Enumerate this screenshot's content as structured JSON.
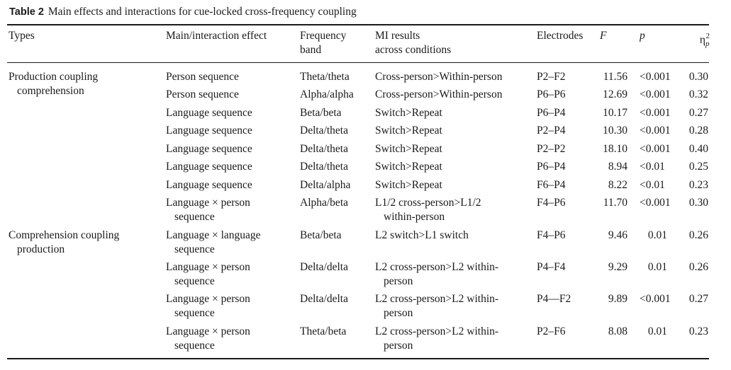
{
  "caption": {
    "label": "Table 2",
    "text": "Main effects and interactions for cue-locked cross-frequency coupling"
  },
  "header": {
    "types": "Types",
    "effect": "Main/interaction effect",
    "band_1": "Frequency",
    "band_2": "band",
    "mi_1": "MI results",
    "mi_2": "across conditions",
    "electrodes": "Electrodes",
    "f": "F",
    "p": "p",
    "eta": "η",
    "eta_sub": "p",
    "eta_sup": "2"
  },
  "rows": [
    {
      "type_1": "Production coupling",
      "type_2": "comprehension",
      "effect_1": "Person sequence",
      "effect_2": "",
      "band": "Theta/theta",
      "mi_1": "Cross-person>Within-person",
      "mi_2": "",
      "el": "P2–F2",
      "f": "11.56",
      "p": "<0.001",
      "eta": "0.30"
    },
    {
      "type_1": "",
      "type_2": "",
      "effect_1": "Person sequence",
      "effect_2": "",
      "band": "Alpha/alpha",
      "mi_1": "Cross-person>Within-person",
      "mi_2": "",
      "el": "P6–P6",
      "f": "12.69",
      "p": "<0.001",
      "eta": "0.32"
    },
    {
      "type_1": "",
      "type_2": "",
      "effect_1": "Language sequence",
      "effect_2": "",
      "band": "Beta/beta",
      "mi_1": "Switch>Repeat",
      "mi_2": "",
      "el": "P6–P4",
      "f": "10.17",
      "p": "<0.001",
      "eta": "0.27"
    },
    {
      "type_1": "",
      "type_2": "",
      "effect_1": "Language sequence",
      "effect_2": "",
      "band": "Delta/theta",
      "mi_1": "Switch>Repeat",
      "mi_2": "",
      "el": "P2–P4",
      "f": "10.30",
      "p": "<0.001",
      "eta": "0.28"
    },
    {
      "type_1": "",
      "type_2": "",
      "effect_1": "Language sequence",
      "effect_2": "",
      "band": "Delta/theta",
      "mi_1": "Switch>Repeat",
      "mi_2": "",
      "el": "P2–P2",
      "f": "18.10",
      "p": "<0.001",
      "eta": "0.40"
    },
    {
      "type_1": "",
      "type_2": "",
      "effect_1": "Language sequence",
      "effect_2": "",
      "band": "Delta/theta",
      "mi_1": "Switch>Repeat",
      "mi_2": "",
      "el": "P6–P4",
      "f": "8.94",
      "p": "<0.01",
      "eta": "0.25"
    },
    {
      "type_1": "",
      "type_2": "",
      "effect_1": "Language sequence",
      "effect_2": "",
      "band": "Delta/alpha",
      "mi_1": "Switch>Repeat",
      "mi_2": "",
      "el": "F6–P4",
      "f": "8.22",
      "p": "<0.01",
      "eta": "0.23"
    },
    {
      "type_1": "",
      "type_2": "",
      "effect_1": "Language × person",
      "effect_2": "sequence",
      "band": "Alpha/beta",
      "mi_1": "L1/2 cross-person>L1/2",
      "mi_2": "within-person",
      "el": "F4–P6",
      "f": "11.70",
      "p": "<0.001",
      "eta": "0.30"
    },
    {
      "type_1": "Comprehension coupling",
      "type_2": "production",
      "effect_1": "Language × language",
      "effect_2": "sequence",
      "band": "Beta/beta",
      "mi_1": "L2 switch>L1 switch",
      "mi_2": "",
      "el": "F4–P6",
      "f": "9.46",
      "p": "0.01",
      "eta": "0.26"
    },
    {
      "type_1": "",
      "type_2": "",
      "effect_1": "Language × person",
      "effect_2": "sequence",
      "band": "Delta/delta",
      "mi_1": "L2 cross-person>L2 within-",
      "mi_2": "person",
      "el": "P4–F4",
      "f": "9.29",
      "p": "0.01",
      "eta": "0.26"
    },
    {
      "type_1": "",
      "type_2": "",
      "effect_1": "Language × person",
      "effect_2": "sequence",
      "band": "Delta/delta",
      "mi_1": "L2 cross-person>L2 within-",
      "mi_2": "person",
      "el": "P4—F2",
      "f": "9.89",
      "p": "<0.001",
      "eta": "0.27"
    },
    {
      "type_1": "",
      "type_2": "",
      "effect_1": "Language × person",
      "effect_2": "sequence",
      "band": "Theta/beta",
      "mi_1": "L2 cross-person>L2 within-",
      "mi_2": "person",
      "el": "P2–F6",
      "f": "8.08",
      "p": "0.01",
      "eta": "0.23"
    }
  ]
}
